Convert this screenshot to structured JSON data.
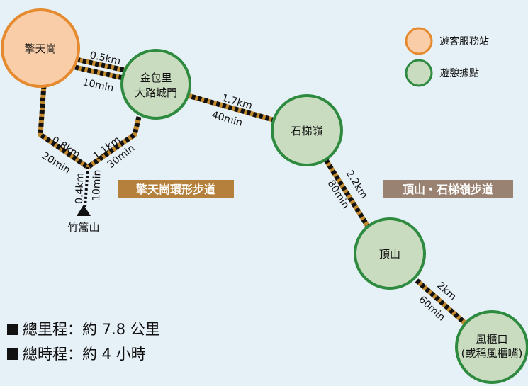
{
  "nodes": {
    "qingtiangang": "擎天崗",
    "jinbaoli_1": "金包里",
    "jinbaoli_2": "大路城門",
    "shitiling": "石梯嶺",
    "dingshan": "頂山",
    "fengguikou_1": "風櫃口",
    "fengguikou_2": "(或稱風櫃嘴)",
    "zhuhaoshan": "竹篙山"
  },
  "segments": {
    "qtg_jbl": {
      "distance": "0.5km",
      "time": "10min"
    },
    "jbl_stl": {
      "distance": "1.7km",
      "time": "40min"
    },
    "stl_ds": {
      "distance": "2.2km",
      "time": "80min"
    },
    "ds_fgk": {
      "distance": "2km",
      "time": "60min"
    },
    "qtg_jct": {
      "distance": "0.8km",
      "time": "20min"
    },
    "jbl_jct": {
      "distance": "1.1km",
      "time": "30min"
    },
    "jct_zhs": {
      "distance": "0.4km",
      "time": "10min"
    }
  },
  "legend": {
    "service_station": "遊客服務站",
    "rest_point": "遊憩據點"
  },
  "trails": {
    "loop": "擎天崗環形步道",
    "dingshan_shitiling": "頂山・石梯嶺步道"
  },
  "summary": {
    "total_distance": "總里程：約 7.8 公里",
    "total_time": "總時程：約 4 小時"
  },
  "colors": {
    "background": "#e6f0f7",
    "service_fill": "#f8cda8",
    "service_stroke": "#e58a2e",
    "rest_fill": "#c9dcbf",
    "rest_stroke": "#2d8a3e",
    "trail_outer": "#111111",
    "trail_inner": "#c48a2e",
    "loop_banner": "#b5803b",
    "dingshan_banner": "#9a8272"
  }
}
